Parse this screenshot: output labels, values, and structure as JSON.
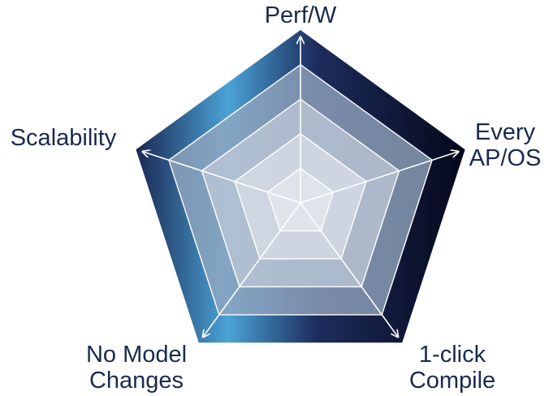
{
  "chart_data": {
    "type": "radar",
    "axes": [
      {
        "label_lines": [
          "Perf/W"
        ]
      },
      {
        "label_lines": [
          "Every",
          "AP/OS"
        ]
      },
      {
        "label_lines": [
          "1-click",
          "Compile"
        ]
      },
      {
        "label_lines": [
          "No Model",
          "Changes"
        ]
      },
      {
        "label_lines": [
          "Scalability"
        ]
      }
    ],
    "rings": [
      1.0,
      0.8,
      0.6,
      0.4,
      0.2
    ],
    "ring_colors": [
      "#1c2b5a",
      "#93a6bf",
      "#bcc6d6",
      "#d7dde6",
      "#e4e8ee"
    ],
    "gradient_colors": [
      "#1b2852",
      "#4aa3d6",
      "#1d2c5c",
      "#05081a"
    ],
    "spoke_color": "#ffffff",
    "label_color": "#1a2a4f",
    "grid": true
  }
}
